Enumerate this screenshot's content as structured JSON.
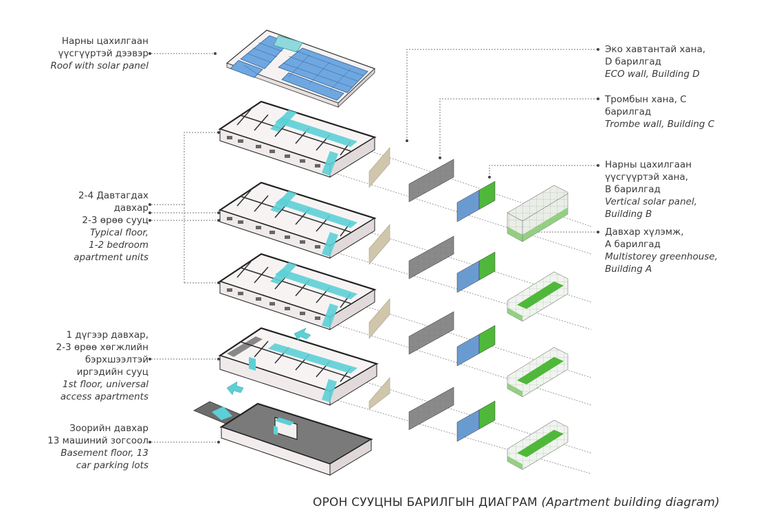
{
  "caption": {
    "main": "ОРОН СУУЦНЫ БАРИЛГЫН ДИАГРАМ",
    "sub": "(Apartment building diagram)"
  },
  "labels": {
    "roof": {
      "mn1": "Нарны цахилгаан",
      "mn2": "үүсгүүртэй дээвэр",
      "en1": "Roof with solar panel"
    },
    "typical": {
      "mn1": "2-4 Давтагдах",
      "mn2": "давхар",
      "mn3": "2-3 өрөө сууц",
      "en1": "Typical floor,",
      "en2": "1-2 bedroom",
      "en3": "apartment units"
    },
    "first": {
      "mn1": "1 дүгээр давхар,",
      "mn2": "2-3 өрөө хөгжлийн",
      "mn3": "бэрхшээлтэй",
      "mn4": "иргэдийн сууц",
      "en1": "1st floor, universal",
      "en2": "access apartments"
    },
    "basement": {
      "mn1": "Зоорийн давхар",
      "mn2": "13 машиний зогсоол",
      "en1": "Basement floor, 13",
      "en2": "car parking lots"
    },
    "eco": {
      "mn1": "Эко хавтантай хана,",
      "mn2": "D барилгад",
      "en1": "ECO wall, Building D"
    },
    "trombe": {
      "mn1": "Тромбын хана, C",
      "mn2": "барилгад",
      "en1": "Trombe wall, Building C"
    },
    "vsolar": {
      "mn1": "Нарны цахилгаан",
      "mn2": "үүсгүүртэй хана,",
      "mn3": "B барилгад",
      "en1": "Vertical solar panel,",
      "en2": "Building B"
    },
    "greenhouse": {
      "mn1": "Давхар хүлэмж,",
      "mn2": "A барилгад",
      "en1": "Multistorey greenhouse,",
      "en2": "Building A"
    }
  },
  "colors": {
    "cyan": "#5cd0d6",
    "solar": "#6fa7e0",
    "eco": "#cfc6ac",
    "trombe": "#8a8a8a",
    "vsolar_blue": "#6a9bd0",
    "vsolar_green": "#4fb83a",
    "greenhouse": "#7fc76a",
    "floor_dark": "#7a7a7a"
  }
}
